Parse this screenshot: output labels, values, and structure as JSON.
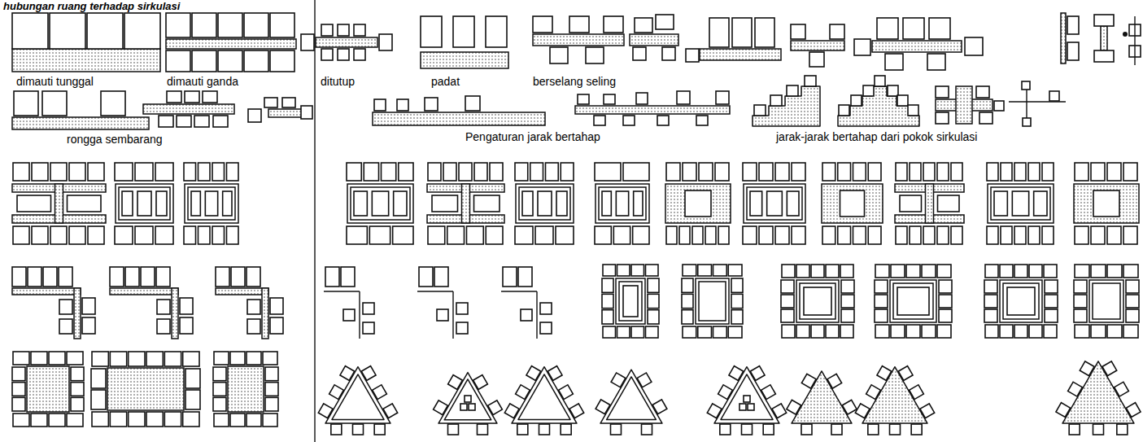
{
  "diagram": {
    "title": "hubungan ruang terhadap sirkulasi",
    "labels": [
      "dimauti tunggal",
      "dimauti ganda",
      "ditutup",
      "padat",
      "berselang seling",
      "rongga sembarang",
      "Pengaturan jarak bertahap",
      "jarak-jarak bertahap dari pokok sirkulasi"
    ]
  }
}
